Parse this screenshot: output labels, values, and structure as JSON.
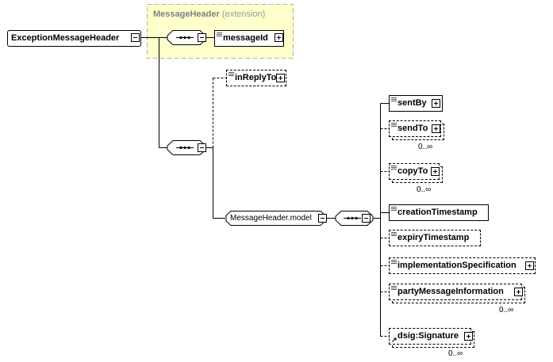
{
  "root": {
    "label": "ExceptionMessageHeader"
  },
  "extension_group": {
    "title": "MessageHeader",
    "qualifier": "(extension)"
  },
  "messageId": {
    "label": "messageId"
  },
  "inReplyTo": {
    "label": "inReplyTo"
  },
  "model": {
    "label": "MessageHeader.model"
  },
  "elements": {
    "sentBy": {
      "label": "sentBy"
    },
    "sendTo": {
      "label": "sendTo",
      "cardinality": "0..∞"
    },
    "copyTo": {
      "label": "copyTo",
      "cardinality": "0..∞"
    },
    "creationTimestamp": {
      "label": "creationTimestamp"
    },
    "expiryTimestamp": {
      "label": "expiryTimestamp"
    },
    "implementationSpecification": {
      "label": "implementationSpecification"
    },
    "partyMessageInformation": {
      "label": "partyMessageInformation",
      "cardinality": "0..∞"
    },
    "signature": {
      "label": "dsig:Signature",
      "cardinality": "0..∞"
    }
  },
  "colors": {
    "extension_fill": "#ffffcc",
    "extension_border": "#cccc99"
  }
}
